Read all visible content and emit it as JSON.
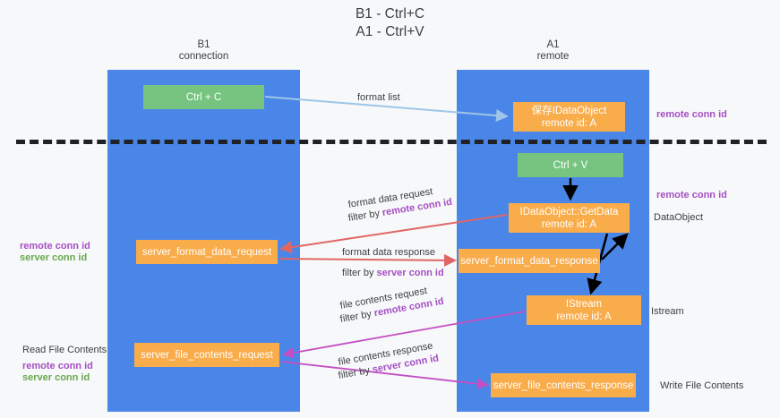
{
  "title": {
    "line1": "B1 - Ctrl+C",
    "line2": "A1 - Ctrl+V"
  },
  "lanes": [
    {
      "id": "b1",
      "name": "B1",
      "sub": "connection",
      "color": "#4a86e8"
    },
    {
      "id": "a1",
      "name": "A1",
      "sub": "remote",
      "color": "#4a86e8"
    }
  ],
  "nodes": {
    "ctrl_c": {
      "label": "Ctrl + C",
      "color": "#76c47f"
    },
    "data_object": {
      "line1": "保存IDataObject",
      "line2": "remote id: A",
      "color": "#f9ac4a"
    },
    "ctrl_v": {
      "label": "Ctrl + V",
      "color": "#76c47f"
    },
    "get_data": {
      "line1": "IDataObject::GetData",
      "line2": "remote id: A",
      "color": "#f9ac4a"
    },
    "server_format_data_request": {
      "label": "server_format_data_request",
      "color": "#f9ac4a"
    },
    "server_format_data_response": {
      "label": "server_format_data_response",
      "color": "#f9ac4a"
    },
    "istream": {
      "line1": "IStream",
      "line2": "remote id: A",
      "color": "#f9ac4a"
    },
    "server_file_contents_request": {
      "label": "server_file_contents_request",
      "color": "#f9ac4a"
    },
    "server_file_contents_response": {
      "label": "server_file_contents_response",
      "color": "#f9ac4a"
    }
  },
  "edge_labels": {
    "format_list": "format list",
    "format_data_request": "format data request",
    "format_data_request_filter_prefix": "filter by ",
    "format_data_request_filter_key": "remote conn id",
    "format_data_response": "format data response",
    "format_data_response_filter_prefix": "filter by ",
    "format_data_response_filter_key": "server conn id",
    "file_contents_request": "file contents request",
    "file_contents_request_filter_prefix": "filter by ",
    "file_contents_request_filter_key": "remote conn id",
    "file_contents_response": "file contents response",
    "file_contents_response_filter_prefix": "filter by ",
    "file_contents_response_filter_key": "server conn id"
  },
  "annotations": {
    "right_remote_conn_id_1": "remote conn id",
    "right_remote_conn_id_2": "remote conn id",
    "right_dataobject": "DataObject",
    "right_istream": "Istream",
    "right_write_file_contents": "Write File Contents",
    "left_remote_conn_id_1": "remote conn id",
    "left_server_conn_id_1": "server conn id",
    "left_read_file_contents": "Read File Contents",
    "left_remote_conn_id_2": "remote conn id",
    "left_server_conn_id_2": "server conn id"
  },
  "colors": {
    "lane_blue": "#4a86e8",
    "node_green": "#76c47f",
    "node_orange": "#f9ac4a",
    "key_purple": "#a64ec4",
    "key_green": "#6aa84f",
    "arrow_light_blue": "#9fc5e8",
    "arrow_red": "#e06666",
    "arrow_magenta": "#c44ec4",
    "arrow_black": "#000000",
    "divider_black": "#202124",
    "background": "#f7f8f9"
  }
}
